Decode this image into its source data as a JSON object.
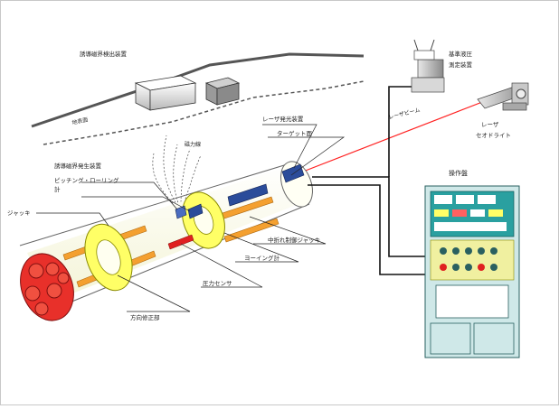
{
  "labels": {
    "magnetic_detector": "誘導磁界検出装置",
    "ground_line": "地表面",
    "magnetic_lines": "磁力線",
    "laser_emitter": "レーザ発光装置",
    "target_plate": "ターゲット面",
    "laser_beam": "レーザビーム",
    "laser_theodolite_1": "レーザ",
    "laser_theodolite_2": "セオドライト",
    "reference_unit_1": "基準液圧",
    "reference_unit_2": "測定装置",
    "operation_panel": "操作盤",
    "magnetic_generator": "誘導磁界発生装置",
    "pitching_rolling_1": "ピッチング・ローリング",
    "pitching_rolling_2": "計",
    "jack": "ジャッキ",
    "relay_jack": "中折れ制御ジャッキ",
    "yawing_meter": "ヨーイング計",
    "pressure_sensor": "圧力センサ",
    "steering_section": "方向修正部"
  },
  "colors": {
    "laser": "#ff2020",
    "tube_fill": "#fffff0",
    "ring": "#ffff66",
    "rod": "#f4a030",
    "cutter": "#e8302a",
    "unit_blue": "#2b4c9a",
    "panel": "#cfe8e8",
    "panel_top": "#2aa0a0"
  }
}
